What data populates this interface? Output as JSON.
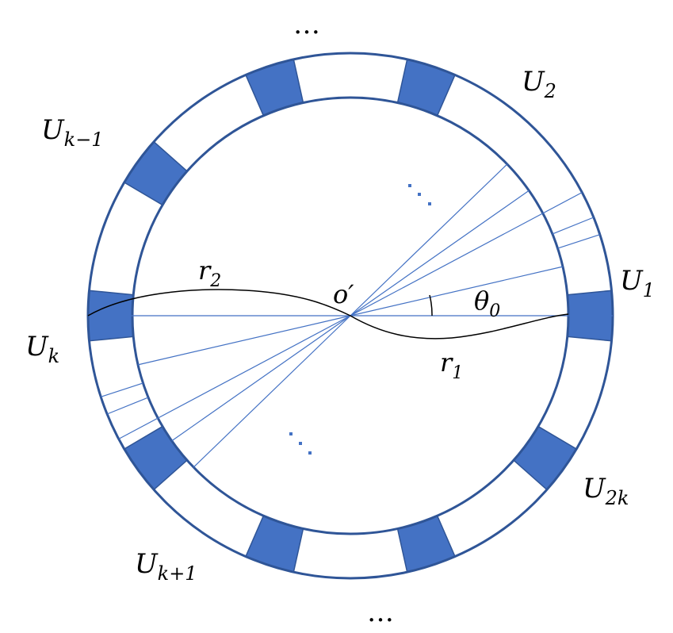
{
  "colors": {
    "ring_stroke": "#2f5597",
    "segment_fill": "#4472c4",
    "ray_stroke": "#4472c4",
    "curve_stroke": "#000000",
    "dots_color": "#4472c4"
  },
  "ring": {
    "segment_angles_deg": [
      360,
      72,
      108,
      144,
      180,
      216,
      252,
      288,
      324
    ],
    "dashed_angles_deg": [
      360,
      36,
      180,
      216
    ]
  },
  "labels": {
    "u1": {
      "base": "U",
      "sub": "1"
    },
    "u2": {
      "base": "U",
      "sub": "2"
    },
    "u_k_minus_1": {
      "base": "U",
      "sub": "k−1"
    },
    "u_k": {
      "base": "U",
      "sub": "k"
    },
    "u_k_plus_1": {
      "base": "U",
      "sub": "k+1"
    },
    "u_2k": {
      "base": "U",
      "sub": "2k"
    },
    "r1": {
      "base": "r",
      "sub": "1"
    },
    "r2": {
      "base": "r",
      "sub": "2"
    },
    "theta0": {
      "base": "θ",
      "sub": "0"
    },
    "center": "o′",
    "ellipsis_top": "…",
    "ellipsis_bottom": "…",
    "ellipsis_upper_inner": "…",
    "ellipsis_lower_inner": "…"
  }
}
